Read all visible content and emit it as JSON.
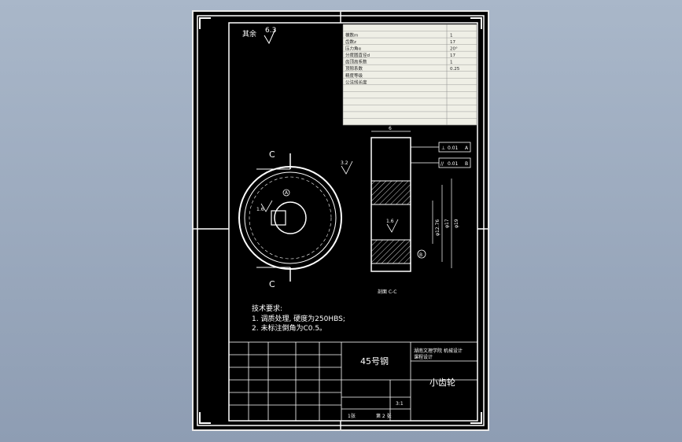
{
  "roughness_general": {
    "label": "其余",
    "value": "6.3"
  },
  "gear_table": {
    "header": {
      "name": "",
      "value": ""
    },
    "rows": [
      {
        "name": "模数m",
        "value": "1"
      },
      {
        "name": "齿数z",
        "value": "17"
      },
      {
        "name": "压力角α",
        "value": "20°"
      },
      {
        "name": "分度圆直径d",
        "value": "17"
      },
      {
        "name": "齿顶高系数",
        "value": "1"
      },
      {
        "name": "顶隙系数",
        "value": "0.25"
      },
      {
        "name": "精度等级",
        "value": ""
      },
      {
        "name": "公法线长度",
        "value": ""
      },
      {
        "name": "",
        "value": ""
      },
      {
        "name": "",
        "value": ""
      },
      {
        "name": "",
        "value": ""
      },
      {
        "name": "",
        "value": ""
      },
      {
        "name": "",
        "value": ""
      },
      {
        "name": "",
        "value": ""
      }
    ]
  },
  "section_view": {
    "dim_width": "6",
    "tolerance_1": {
      "symbol": "⊥",
      "value": "0.01",
      "datum": "A"
    },
    "tolerance_2": {
      "symbol": "//",
      "value": "0.01",
      "datum": "B"
    },
    "roughness_top": "3.2",
    "roughness_bore": "1.6",
    "dim_bore": "φ17",
    "dim_outer": "φ19",
    "dim_hub": "φ12.76",
    "balloon_datum": "B",
    "label": "剖面 C-C"
  },
  "front_view": {
    "cut_label_top": "C",
    "cut_label_bottom": "C",
    "roughness_keyway": "1.6",
    "balloon_datum": "A"
  },
  "tech_requirements": {
    "title": "技术要求:",
    "item1": "1. 调质处理, 硬度为250HBS;",
    "item2": "2. 未标注倒角为C0.5。"
  },
  "title_block": {
    "material": "45号钢",
    "school": "湖南文理学院 机械设计",
    "project": "课程设计",
    "part_name": "小齿轮",
    "scale": "3:1",
    "sheet": "1张",
    "sheet_of": "第 2 张"
  },
  "colors": {
    "background": "#000000",
    "line": "#ffffff",
    "frame": "#e8e8e8",
    "table_bg": "#efefe6"
  }
}
